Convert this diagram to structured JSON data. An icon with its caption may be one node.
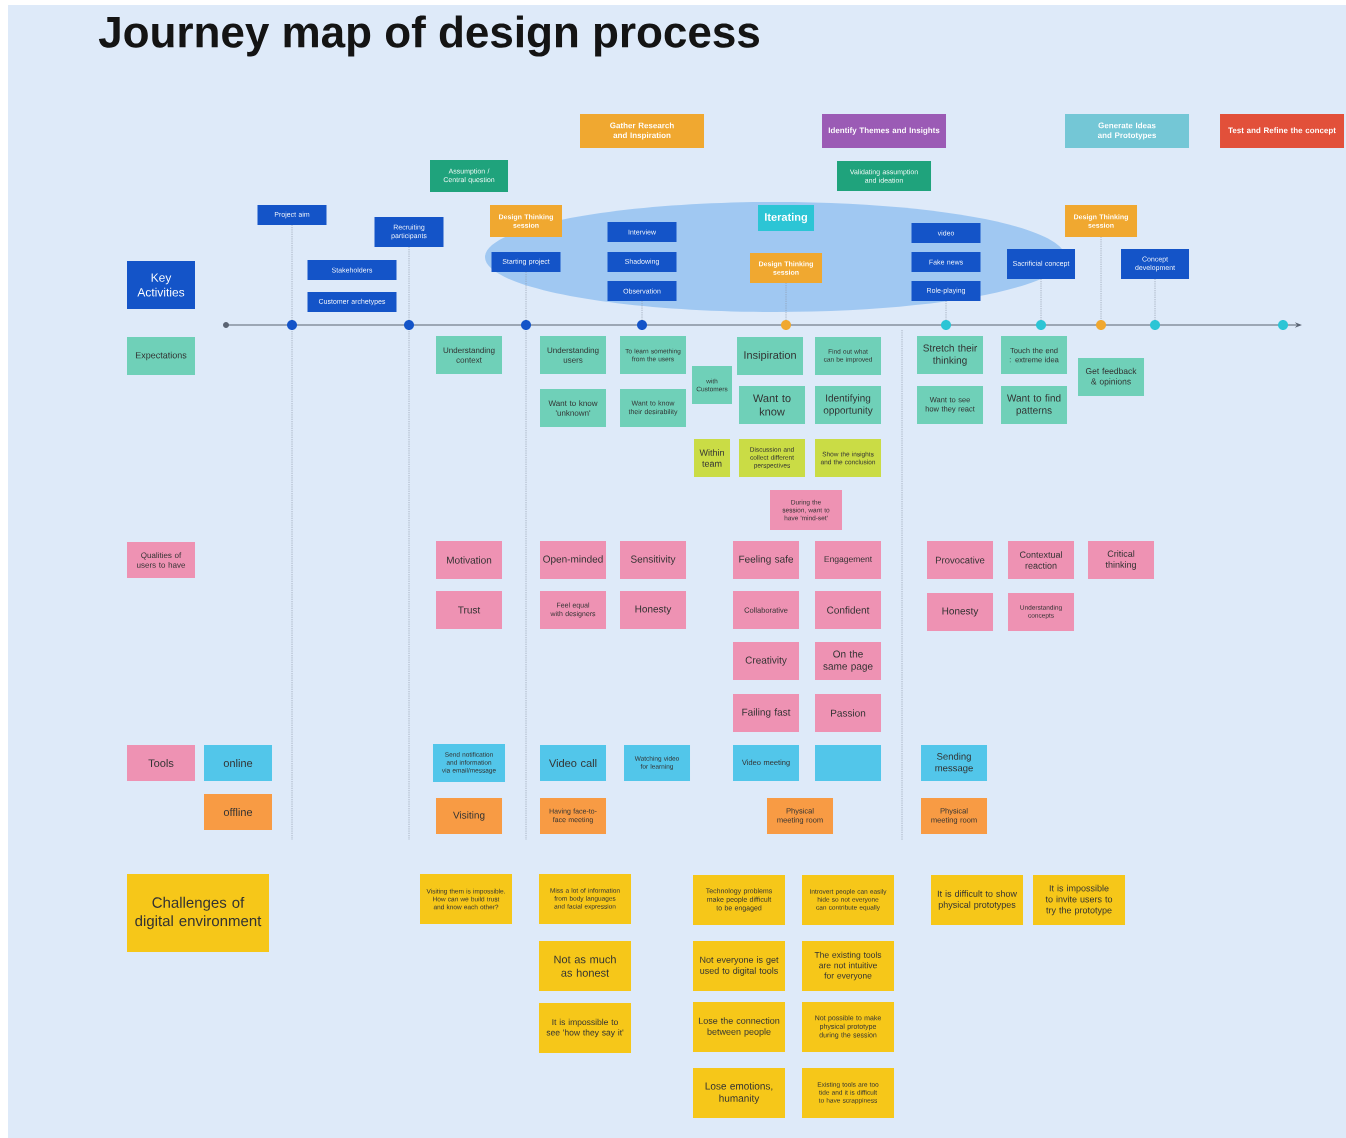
{
  "diagram": {
    "title": "Journey map of design process",
    "nodes": [
      {
        "text": [
          "Gather Research and Inspiration"
        ]
      },
      {
        "text": [
          "Identify Themes and Insights"
        ]
      },
      {
        "text": [
          "Generate Ideas and Prototypes"
        ]
      },
      {
        "text": [
          "Test and Refine the concept"
        ]
      },
      {
        "text": [
          "Assumption / Central question"
        ]
      },
      {
        "text": [
          "Validating assumption and ideation"
        ]
      },
      {
        "text": [
          "Key Activities"
        ]
      },
      {
        "text": [
          "Project aim"
        ]
      },
      {
        "text": [
          "Stakeholders"
        ]
      },
      {
        "text": [
          "Customer archetypes"
        ]
      },
      {
        "text": [
          "Recruiting participants"
        ]
      },
      {
        "text": [
          "Design Thinking session"
        ]
      },
      {
        "text": [
          "Starting project"
        ]
      },
      {
        "text": [
          "Interview"
        ]
      },
      {
        "text": [
          "Shadowing"
        ]
      },
      {
        "text": [
          "Observation"
        ]
      },
      {
        "text": [
          "Iterating"
        ]
      },
      {
        "text": [
          "Design Thinking session"
        ]
      },
      {
        "text": [
          "video"
        ]
      },
      {
        "text": [
          "Fake news"
        ]
      },
      {
        "text": [
          "Role-playing"
        ]
      },
      {
        "text": [
          "Sacrificial concept"
        ]
      },
      {
        "text": [
          "Design Thinking session"
        ]
      },
      {
        "text": [
          "Concept development"
        ]
      },
      {
        "text": [
          "Expectations"
        ]
      },
      {
        "text": [
          "Understanding context"
        ]
      },
      {
        "text": [
          "Understanding users"
        ]
      },
      {
        "text": [
          "To learn something from the users"
        ]
      },
      {
        "text": [
          "Want to know 'unknown'"
        ]
      },
      {
        "text": [
          "Want to know their desirability"
        ]
      },
      {
        "text": [
          "with Customers"
        ]
      },
      {
        "text": [
          "Insipiration"
        ]
      },
      {
        "text": [
          "Find out what can be improved"
        ]
      },
      {
        "text": [
          "Want to know"
        ]
      },
      {
        "text": [
          "Identifying opportunity"
        ]
      },
      {
        "text": [
          "Stretch their thinking"
        ]
      },
      {
        "text": [
          "Touch the end : extreme idea"
        ]
      },
      {
        "text": [
          "Want to see how they react"
        ]
      },
      {
        "text": [
          "Want to find patterns"
        ]
      },
      {
        "text": [
          "Get feedback & opinions"
        ]
      },
      {
        "text": [
          "Within team"
        ]
      },
      {
        "text": [
          "Discussion and collect different perspectives"
        ]
      },
      {
        "text": [
          "Show the insights and the conclusion"
        ]
      },
      {
        "text": [
          "During the session, want to have 'mind-set'"
        ]
      },
      {
        "text": [
          "Qualities of users to have"
        ]
      },
      {
        "text": [
          "Motivation"
        ]
      },
      {
        "text": [
          "Open-minded"
        ]
      },
      {
        "text": [
          "Sensitivity"
        ]
      },
      {
        "text": [
          "Trust"
        ]
      },
      {
        "text": [
          "Feel equal with designers"
        ]
      },
      {
        "text": [
          "Honesty"
        ]
      },
      {
        "text": [
          "Feeling safe"
        ]
      },
      {
        "text": [
          "Engagement"
        ]
      },
      {
        "text": [
          "Collaborative"
        ]
      },
      {
        "text": [
          "Confident"
        ]
      },
      {
        "text": [
          "Creativity"
        ]
      },
      {
        "text": [
          "On the same page"
        ]
      },
      {
        "text": [
          "Failing fast"
        ]
      },
      {
        "text": [
          "Passion"
        ]
      },
      {
        "text": [
          "Provocative"
        ]
      },
      {
        "text": [
          "Contextual reaction"
        ]
      },
      {
        "text": [
          "Critical thinking"
        ]
      },
      {
        "text": [
          "Honesty"
        ]
      },
      {
        "text": [
          "Understanding concepts"
        ]
      },
      {
        "text": [
          "Tools"
        ]
      },
      {
        "text": [
          "online"
        ]
      },
      {
        "text": [
          "offline"
        ]
      },
      {
        "text": [
          "Send notification and information via email/message"
        ]
      },
      {
        "text": [
          "Video call"
        ]
      },
      {
        "text": [
          "Watching video for learning"
        ]
      },
      {
        "text": [
          "Video meeting"
        ]
      },
      {
        "text": [],
        "shape": "box"
      },
      {
        "text": [
          "Sending message"
        ]
      },
      {
        "text": [
          "Visiting"
        ]
      },
      {
        "text": [
          "Having face-to-face meeting"
        ]
      },
      {
        "text": [
          "Physical meeting room"
        ]
      },
      {
        "text": [
          "Physical meeting room"
        ]
      },
      {
        "text": [
          "Challenges of digital environment"
        ]
      },
      {
        "text": [
          "Visiting them is impossible. How can we build trust and know each other?"
        ]
      },
      {
        "text": [
          "Miss a lot of information from body languages and facial expression"
        ]
      },
      {
        "text": [
          "Not as much as honest"
        ]
      },
      {
        "text": [
          "It is impossible to see 'how they say it'"
        ]
      },
      {
        "text": [
          "Technology problems make people difficult to be engaged"
        ]
      },
      {
        "text": [
          "Introvert people can easily hide so not everyone can contribute equally"
        ]
      },
      {
        "text": [
          "It is difficult to show physical prototypes"
        ]
      },
      {
        "text": [
          "It is impossible to invite users to try the prototype"
        ]
      },
      {
        "text": [
          "Not everyone is get used to digital tools"
        ]
      },
      {
        "text": [
          "The existing tools are not intuitive for everyone"
        ]
      },
      {
        "text": [
          "Lose the connection between people"
        ]
      },
      {
        "text": [
          "Not possible to make physical prototype during the session"
        ]
      },
      {
        "text": [
          "Lose emotions, humanity"
        ]
      },
      {
        "text": [
          "Existing tools are too tide and it is difficult to have scrappiness"
        ]
      },
      {
        "text": [],
        "shape": "circle"
      },
      {
        "text": [],
        "shape": "circle"
      },
      {
        "text": [],
        "shape": "circle"
      },
      {
        "text": [],
        "shape": "circle"
      },
      {
        "text": [],
        "shape": "circle"
      },
      {
        "text": [],
        "shape": "circle"
      },
      {
        "text": [],
        "shape": "circle"
      },
      {
        "text": [],
        "shape": "circle"
      },
      {
        "text": [],
        "shape": "circle"
      },
      {
        "text": [],
        "shape": "circle"
      }
    ],
    "edges": [
      {
        "from": 7,
        "to": 92,
        "arrow": "none",
        "style": "dashed"
      },
      {
        "from": 10,
        "to": 93,
        "arrow": "none",
        "style": "dashed"
      },
      {
        "from": 12,
        "to": 94,
        "arrow": "none",
        "style": "dashed"
      },
      {
        "from": 15,
        "to": 95,
        "arrow": "none",
        "style": "dashed"
      },
      {
        "from": 17,
        "to": 96,
        "arrow": "none",
        "style": "dashed"
      },
      {
        "from": 20,
        "to": 97,
        "arrow": "none",
        "style": "dashed"
      },
      {
        "from": 21,
        "to": 98,
        "arrow": "none",
        "style": "dashed"
      },
      {
        "from": 22,
        "to": 99,
        "arrow": "none",
        "style": "dashed"
      },
      {
        "from": 23,
        "to": 100,
        "arrow": "none",
        "style": "dashed"
      }
    ]
  }
}
